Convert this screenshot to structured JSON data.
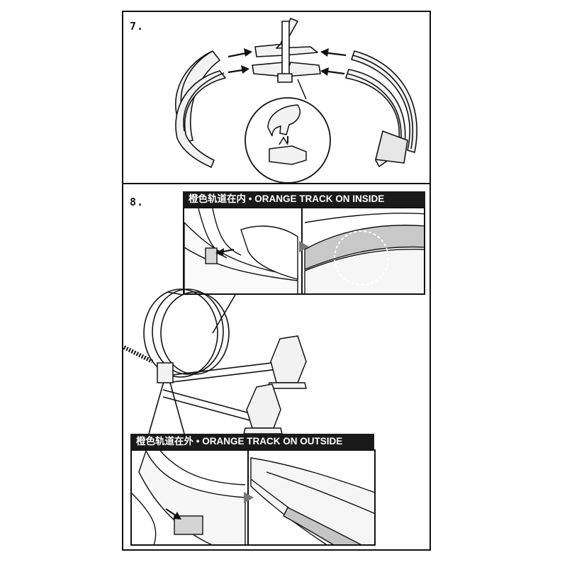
{
  "step7": {
    "number": "7."
  },
  "step8": {
    "number": "8.",
    "inside_label": "橙色轨道在内 • ORANGE TRACK ON INSIDE",
    "outside_label": "橙色轨道在外 • ORANGE TRACK ON OUTSIDE"
  }
}
